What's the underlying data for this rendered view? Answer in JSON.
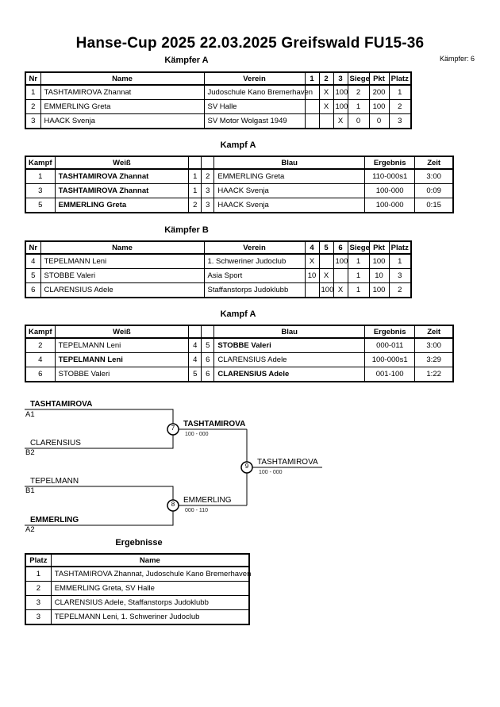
{
  "title": "Hanse-Cup 2025  22.03.2025  Greifswald   FU15-36",
  "kaempfer_count": "Kämpfer: 6",
  "poolA": {
    "heading": "Kämpfer A",
    "headers": [
      "Nr",
      "Name",
      "Verein",
      "1",
      "2",
      "3",
      "Siege",
      "Pkt",
      "Platz"
    ],
    "rows": [
      [
        "1",
        "TASHTAMIROVA Zhannat",
        "Judoschule Kano Bremerhaven",
        "",
        "X",
        "100",
        "2",
        "200",
        "1"
      ],
      [
        "2",
        "EMMERLING Greta",
        "SV Halle",
        "",
        "X",
        "100",
        "1",
        "100",
        "2"
      ],
      [
        "3",
        "HAACK Svenja",
        "SV Motor Wolgast 1949",
        "",
        "",
        "X",
        "0",
        "0",
        "3"
      ]
    ]
  },
  "fightsA": {
    "heading": "Kampf A",
    "headers": [
      "Kampf",
      "Weiß",
      "",
      "",
      "Blau",
      "Ergebnis",
      "Zeit"
    ],
    "rows": [
      [
        "1",
        "TASHTAMIROVA Zhannat",
        "1",
        "2",
        "EMMERLING Greta",
        "110-000s1",
        "3:00"
      ],
      [
        "3",
        "TASHTAMIROVA Zhannat",
        "1",
        "3",
        "HAACK Svenja",
        "100-000",
        "0:09"
      ],
      [
        "5",
        "EMMERLING Greta",
        "2",
        "3",
        "HAACK Svenja",
        "100-000",
        "0:15"
      ]
    ]
  },
  "poolB": {
    "heading": "Kämpfer B",
    "headers": [
      "Nr",
      "Name",
      "Verein",
      "4",
      "5",
      "6",
      "Siege",
      "Pkt",
      "Platz"
    ],
    "rows": [
      [
        "4",
        "TEPELMANN Leni",
        "1. Schweriner Judoclub",
        "X",
        "",
        "100",
        "1",
        "100",
        "1"
      ],
      [
        "5",
        "STOBBE Valeri",
        "Asia Sport",
        "10",
        "X",
        "",
        "1",
        "10",
        "3"
      ],
      [
        "6",
        "CLARENSIUS Adele",
        "Staffanstorps Judoklubb",
        "",
        "100",
        "X",
        "1",
        "100",
        "2"
      ]
    ]
  },
  "fightsB": {
    "heading": "Kampf A",
    "headers": [
      "Kampf",
      "Weiß",
      "",
      "",
      "Blau",
      "Ergebnis",
      "Zeit"
    ],
    "rows": [
      [
        "2",
        "TEPELMANN Leni",
        "4",
        "5",
        "STOBBE Valeri",
        "000-011",
        "3:00"
      ],
      [
        "4",
        "TEPELMANN Leni",
        "4",
        "6",
        "CLARENSIUS Adele",
        "100-000s1",
        "3:29"
      ],
      [
        "6",
        "STOBBE Valeri",
        "5",
        "6",
        "CLARENSIUS Adele",
        "001-100",
        "1:22"
      ]
    ]
  },
  "bracket": {
    "a1_name": "TASHTAMIROVA",
    "a1_pos": "A1",
    "b2_name": "CLARENSIUS",
    "b2_pos": "B2",
    "b1_name": "TEPELMANN",
    "b1_pos": "B1",
    "a2_name": "EMMERLING",
    "a2_pos": "A2",
    "f7_num": "7",
    "f7_winner": "TASHTAMIROVA",
    "f7_score": "100 - 000",
    "f8_num": "8",
    "f8_winner": "EMMERLING",
    "f8_score": "000 - 110",
    "f9_num": "9",
    "f9_winner": "TASHTAMIROVA",
    "f9_score": "100 - 000"
  },
  "results": {
    "heading": "Ergebnisse",
    "headers": [
      "Platz",
      "Name"
    ],
    "rows": [
      [
        "1",
        "TASHTAMIROVA Zhannat, Judoschule Kano Bremerhaven"
      ],
      [
        "2",
        "EMMERLING Greta, SV Halle"
      ],
      [
        "3",
        "CLARENSIUS Adele, Staffanstorps Judoklubb"
      ],
      [
        "3",
        "TEPELMANN Leni, 1. Schweriner Judoclub"
      ]
    ]
  }
}
